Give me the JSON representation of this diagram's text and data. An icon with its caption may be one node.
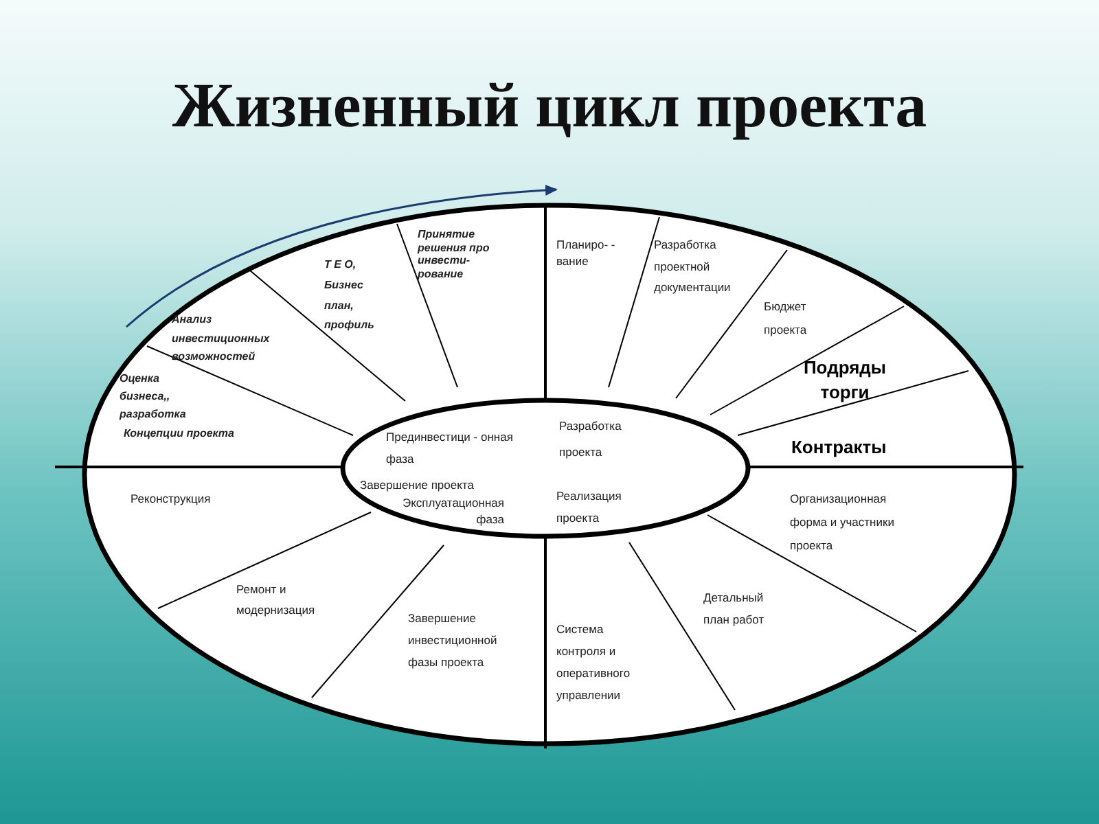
{
  "diagram": {
    "title": "Жизненный цикл проекта",
    "nodes": [
      {
        "text": [],
        "shape": "ellipse"
      },
      {
        "text": [
          "Прединвестици - онная фаза",
          "Разработка проекта",
          "Завершение проекта",
          "Эксплуатационная фаза",
          "Реализация проекта"
        ],
        "in": 0
      }
    ],
    "labels": [
      "Принятие решения про инвести- рование",
      "Т Е О, Бизнес план, профиль",
      "Анализ инвестиционных возможностей",
      "Оценка бизнеса,, разработка",
      "Концепции проекта",
      "Планиро- - вание",
      "Разработка проектной документации",
      "Бюджет проекта",
      "Подряды торги",
      "Контракты",
      "Реконструкция",
      "Ремонт и модернизация",
      "Завершение инвестиционной фазы проекта",
      "Система контроля и оперативного управлении",
      "Детальный план работ",
      "Организационная форма и участники проекта"
    ]
  }
}
